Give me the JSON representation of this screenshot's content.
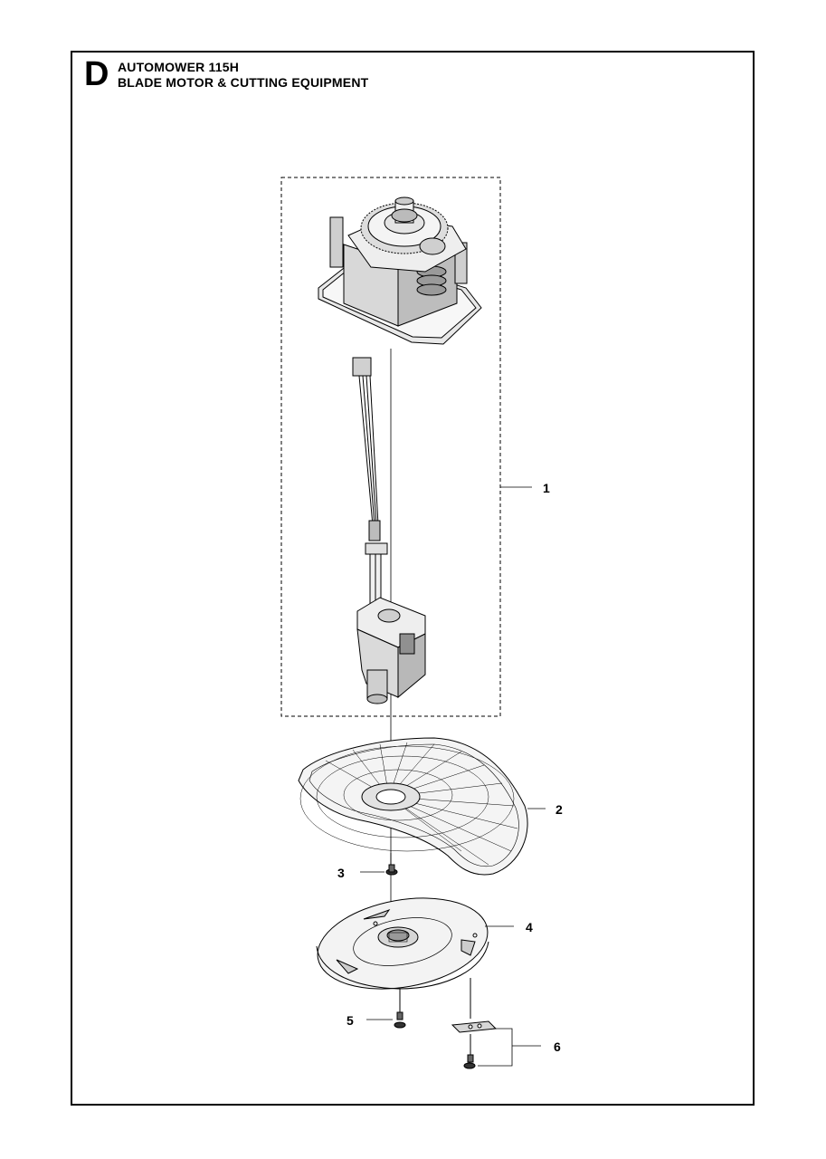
{
  "header": {
    "section_letter": "D",
    "model": "AUTOMOWER 115H",
    "subtitle": "BLADE MOTOR & CUTTING EQUIPMENT"
  },
  "callouts": [
    {
      "id": "1",
      "label": "1"
    },
    {
      "id": "2",
      "label": "2"
    },
    {
      "id": "3",
      "label": "3"
    },
    {
      "id": "4",
      "label": "4"
    },
    {
      "id": "5",
      "label": "5"
    },
    {
      "id": "6",
      "label": "6"
    }
  ],
  "colors": {
    "line": "#000000",
    "fill_light": "#f2f2f2",
    "fill_mid": "#cfcfcf",
    "fill_dark": "#8a8a8a"
  }
}
